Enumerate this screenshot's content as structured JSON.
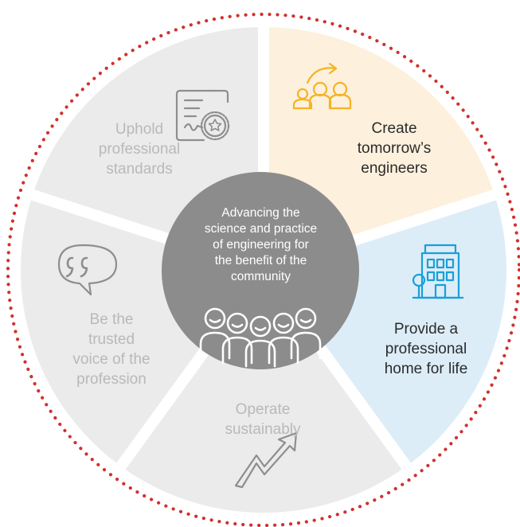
{
  "center": {
    "lines": [
      "Advancing the",
      "science and practice",
      "of engineering for",
      "the benefit of the",
      "community"
    ]
  },
  "segments": {
    "create": {
      "lines": [
        "Create",
        "tomorrow’s",
        "engineers"
      ],
      "icon": "people-arrow-icon",
      "fill": "#fdf0dc",
      "text_color": "#2b2b2b",
      "icon_color": "#f5b324"
    },
    "provide": {
      "lines": [
        "Provide a",
        "professional",
        "home for life"
      ],
      "icon": "building-icon",
      "fill": "#dcedf8",
      "text_color": "#2b2b2b",
      "icon_color": "#1a9fd9"
    },
    "operate": {
      "lines": [
        "Operate",
        "sustainably"
      ],
      "icon": "trend-arrow-icon",
      "fill": "#ebebeb",
      "text_color": "#b9b9b9",
      "icon_color": "#8e8e8e"
    },
    "voice": {
      "lines": [
        "Be the",
        "trusted",
        "voice of the",
        "profession"
      ],
      "icon": "speech-quote-icon",
      "fill": "#ebebeb",
      "text_color": "#b9b9b9",
      "icon_color": "#8e8e8e"
    },
    "uphold": {
      "lines": [
        "Uphold",
        "professional",
        "standards"
      ],
      "icon": "certificate-icon",
      "fill": "#ebebeb",
      "text_color": "#b9b9b9",
      "icon_color": "#8e8e8e"
    }
  },
  "colors": {
    "center_fill": "#8c8c8c",
    "dotted_ring": "#d0312d",
    "separator": "#ffffff"
  }
}
